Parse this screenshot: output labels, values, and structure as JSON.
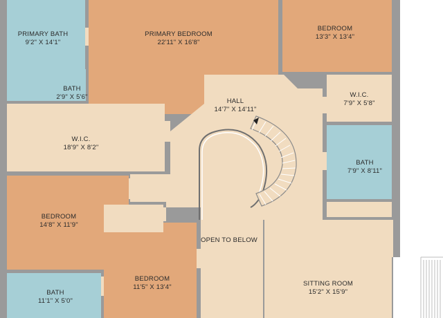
{
  "colors": {
    "wall": "#9a9a9a",
    "bedroom": "#e2a87a",
    "bath": "#a6cfd6",
    "living": "#f1dcc0",
    "background": "#ffffff",
    "stair_line": "#ffffff"
  },
  "rooms": {
    "primary_bath": {
      "name": "PRIMARY BATH",
      "dims": "9'2\" X 14'1\""
    },
    "primary_bedroom": {
      "name": "PRIMARY BEDROOM",
      "dims": "22'11\" X 16'8\""
    },
    "bedroom_ne": {
      "name": "BEDROOM",
      "dims": "13'3\" X 13'4\""
    },
    "bath_small": {
      "name": "BATH",
      "dims": "2'9\" X 5'6\""
    },
    "hall": {
      "name": "HALL",
      "dims": "14'7\" X 14'11\""
    },
    "wic_east": {
      "name": "W.I.C.",
      "dims": "7'9\" X 5'8\""
    },
    "wic_west": {
      "name": "W.I.C.",
      "dims": "18'9\" X 8'2\""
    },
    "bath_east": {
      "name": "BATH",
      "dims": "7'9\" X 8'11\""
    },
    "bedroom_west": {
      "name": "BEDROOM",
      "dims": "14'8\" X 11'9\""
    },
    "open_to_below": {
      "name": "OPEN TO BELOW"
    },
    "bedroom_south": {
      "name": "BEDROOM",
      "dims": "11'5\" X 13'4\""
    },
    "sitting_room": {
      "name": "SITTING ROOM",
      "dims": "15'2\" X 15'9\""
    },
    "bath_sw": {
      "name": "BATH",
      "dims": "11'1\" X 5'0\""
    }
  }
}
